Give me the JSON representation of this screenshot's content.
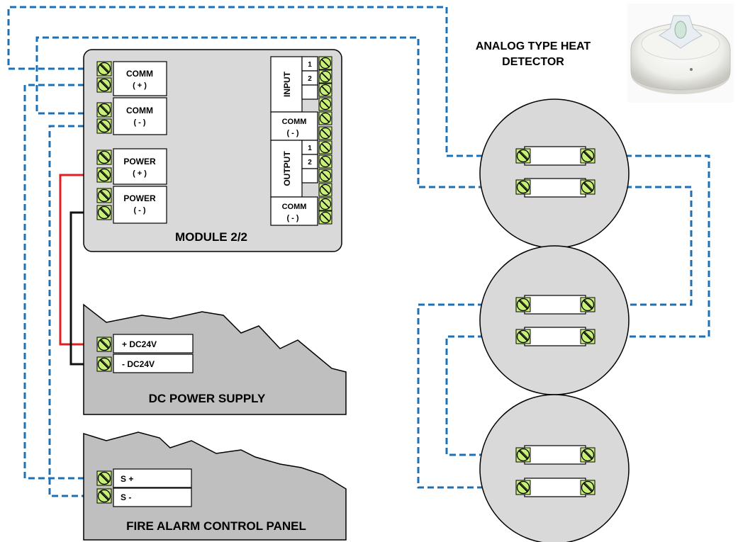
{
  "module": {
    "title": "MODULE 2/2",
    "comm_plus": [
      "COMM",
      "( + )"
    ],
    "comm_minus": [
      "COMM",
      "( - )"
    ],
    "power_plus": [
      "POWER",
      "( + )"
    ],
    "power_minus": [
      "POWER",
      "( - )"
    ],
    "input_label": "INPUT",
    "output_label": "OUTPUT",
    "input_nums": [
      "1",
      "2"
    ],
    "output_nums": [
      "1",
      "2"
    ],
    "comm_right_1": [
      "COMM",
      "( - )"
    ],
    "comm_right_2": [
      "COMM",
      "( - )"
    ]
  },
  "power_supply": {
    "title": "DC POWER SUPPLY",
    "terminal_plus": "+ DC24V",
    "terminal_minus": "-  DC24V"
  },
  "control_panel": {
    "title": "FIRE ALARM CONTROL PANEL",
    "terminal_plus": "S +",
    "terminal_minus": "S  -"
  },
  "detector": {
    "title_line1": "ANALOG TYPE HEAT",
    "title_line2": "DETECTOR",
    "photo": "heat-detector-photo"
  },
  "colors": {
    "comm_wire": "#1f6fb5",
    "positive_wire": "#e02020",
    "negative_wire": "#111111",
    "screw_fill": "#c8f078",
    "module_fill": "#d9d9d9",
    "panel_fill": "#bfbfbf"
  }
}
